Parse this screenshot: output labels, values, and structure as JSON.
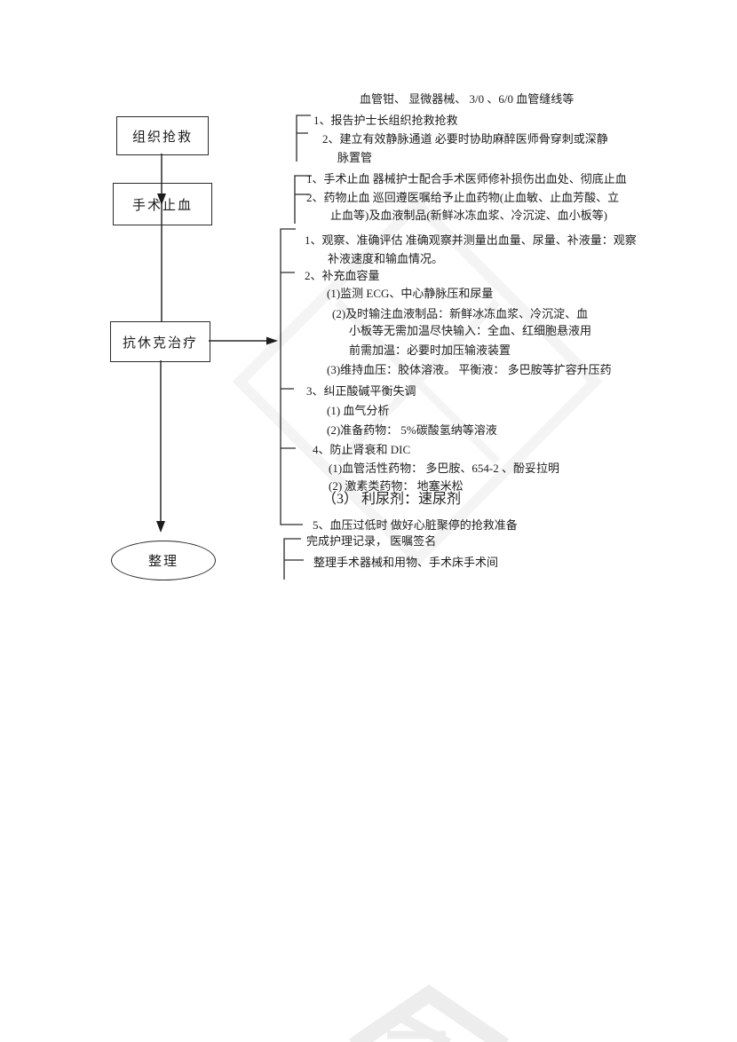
{
  "colors": {
    "ink": "#1c1c1c",
    "line": "#2a2a2a",
    "watermark": "#f1f1f1"
  },
  "caption": "血管钳、  显微器械、  3/0 、6/0 血管缝线等",
  "nodes": {
    "rescue": "组织抢救",
    "hemostasis": "手术止血",
    "antishock": "抗休克治疗",
    "tidy": "整理"
  },
  "sections": {
    "rescue": {
      "lines": [
        "1、报告护士长组织抢救抢救",
        "2、建立有效静脉通道  必要时协助麻醉医师骨穿刺或深静",
        "脉置管"
      ]
    },
    "hemostasis": {
      "lines": [
        "1、手术止血  器械护士配合手术医师修补损伤出血处、彻底止血",
        "2、药物止血   巡回遵医嘱给予止血药物(止血敏、止血芳酸、立",
        "止血等)及血液制品(新鲜冰冻血浆、冷沉淀、血小板等)"
      ]
    },
    "antishock": {
      "lines": [
        "1、观察、准确评估  准确观察并测量出血量、尿量、补液量：观察",
        "补液速度和输血情况。",
        "2、补充血容量",
        "(1)监测  ECG、中心静脉压和尿量",
        "(2)及时输注血液制品：新鲜冰冻血浆、冷沉淀、血",
        "小板等无需加温尽快输入：全血、红细胞悬液用",
        "前需加温：必要时加压输液装置",
        "(3)维持血压：胶体溶液。  平衡液：  多巴胺等扩容升压药",
        "3、纠正酸碱平衡失调",
        "(1) 血气分析",
        "(2)准备药物：  5%碳酸氢纳等溶液",
        "4、防止肾衰和  DIC",
        "(1)血管活性药物：  多巴胺、654-2 、酚妥拉明",
        "(2) 激素类药物：  地塞米松",
        "（3） 利尿剂：速尿剂",
        "5、血压过低时  做好心脏聚停的抢救准备"
      ]
    },
    "tidy": {
      "lines": [
        "完成护理记录，  医嘱签名",
        "整理手术器械和用物、手术床手术间"
      ]
    }
  }
}
